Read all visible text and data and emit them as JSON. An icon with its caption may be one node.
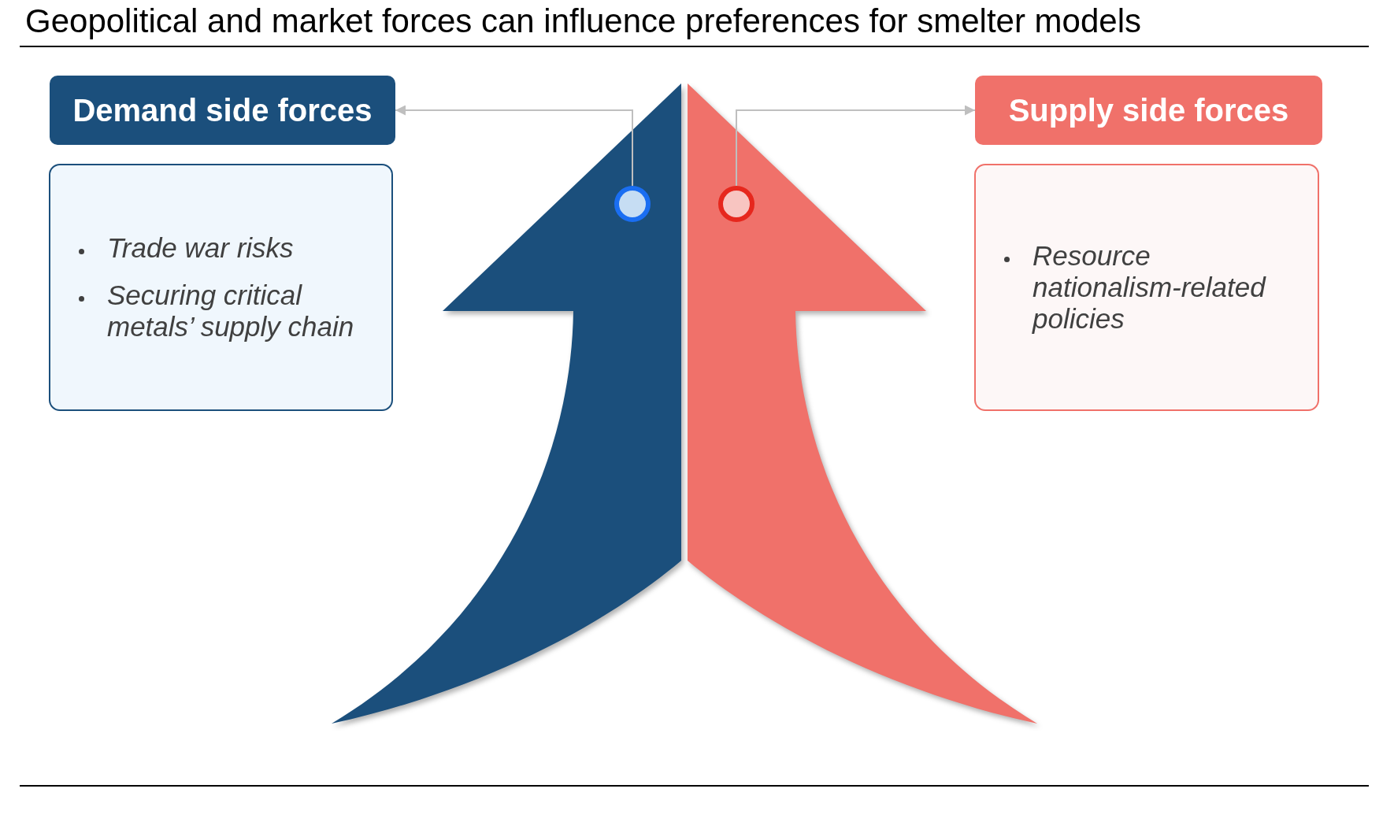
{
  "diagram": {
    "title": "Geopolitical and market forces can influence preferences for smelter models",
    "nodes": [
      {
        "text": [
          "Demand side forces"
        ]
      },
      {
        "text": [
          "Trade war risks",
          "Securing critical metals’ supply chain"
        ]
      },
      {
        "text": [
          "Supply side forces"
        ]
      },
      {
        "text": [
          "Resource nationalism-related policies"
        ]
      },
      {
        "text": [],
        "shape": "circle"
      },
      {
        "text": [],
        "shape": "circle"
      }
    ],
    "edges": [
      {
        "from": 4,
        "to": 0,
        "arrow": "to"
      },
      {
        "from": 5,
        "to": 2,
        "arrow": "to"
      }
    ]
  }
}
